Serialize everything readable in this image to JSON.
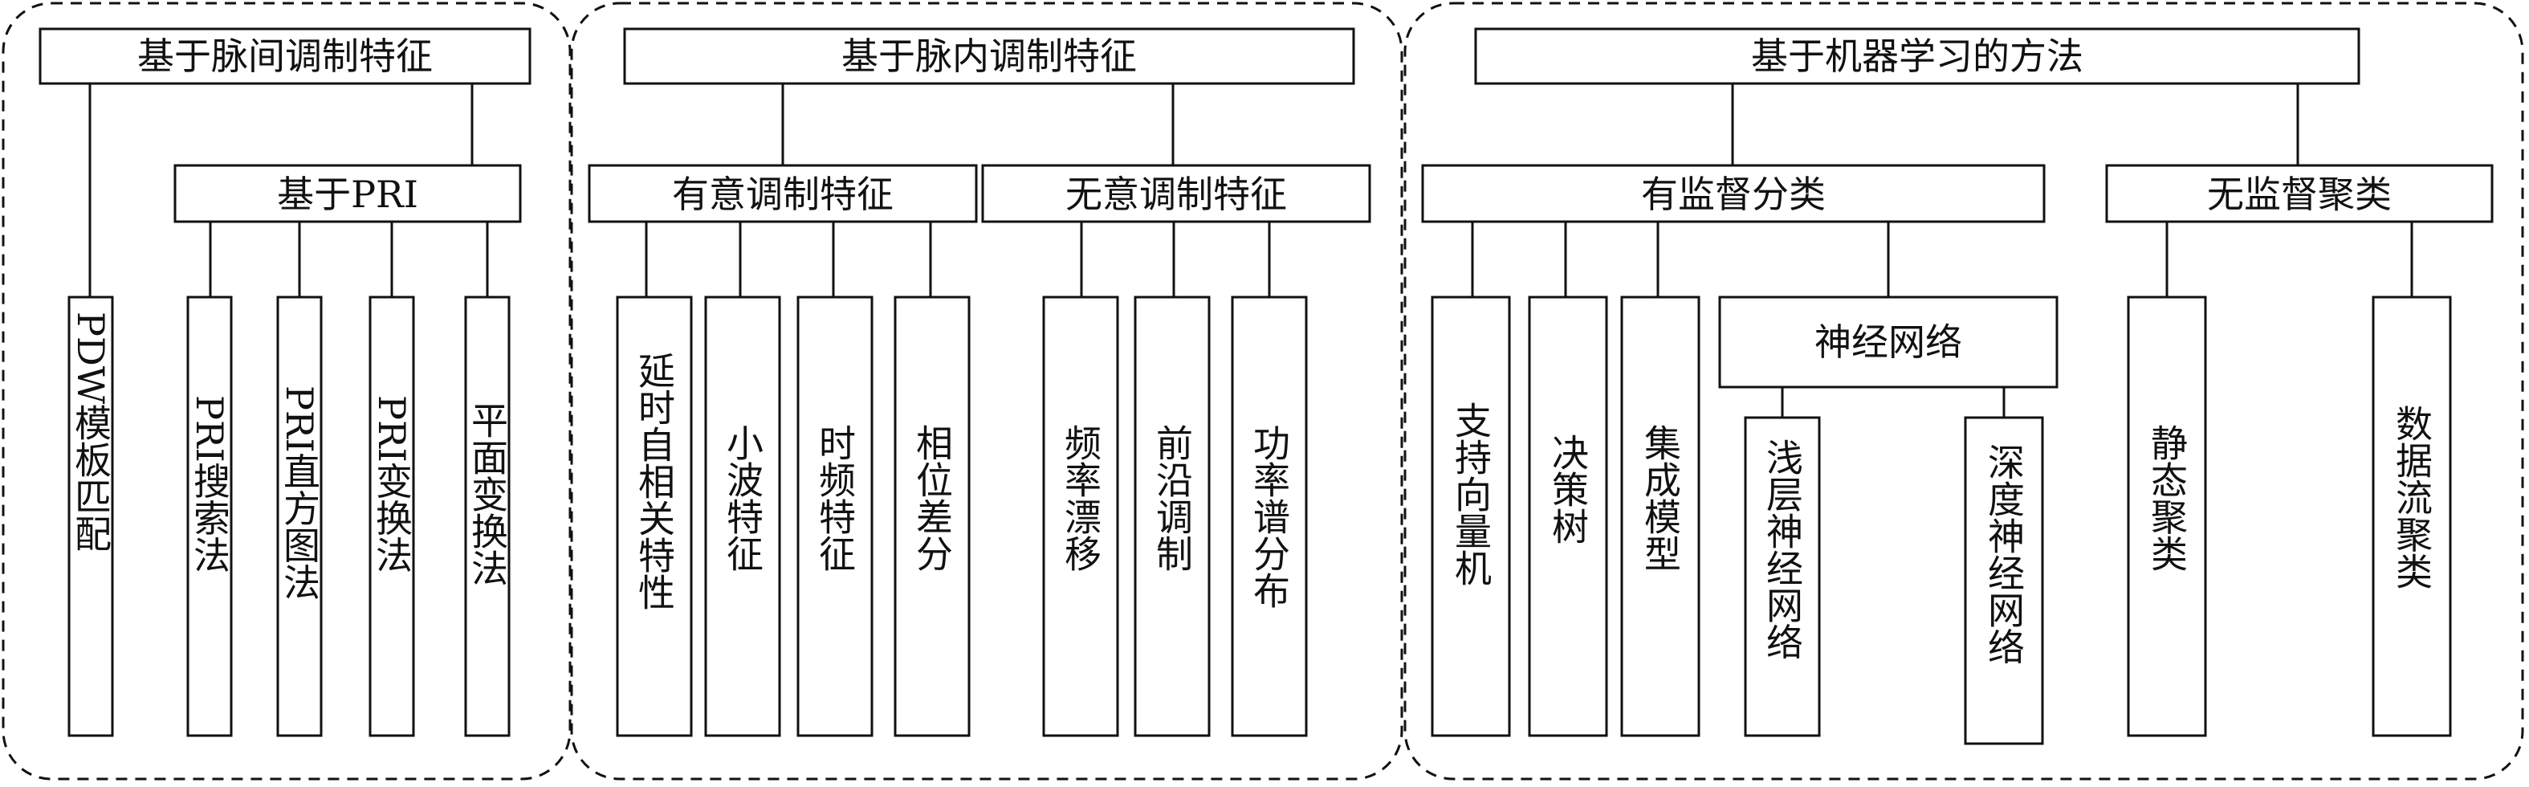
{
  "groups": {
    "inter_pulse": {
      "title": "基于脉间调制特征",
      "pdw": "PDW模板匹配",
      "pri": {
        "title": "基于PRI",
        "items": [
          "PRI搜索法",
          "PRI直方图法",
          "PRI变换法",
          "平面变换法"
        ]
      }
    },
    "intra_pulse": {
      "title": "基于脉内调制特征",
      "intentional": {
        "title": "有意调制特征",
        "items": [
          "延时自相关特性",
          "小波特征",
          "时频特征",
          "相位差分"
        ]
      },
      "unintentional": {
        "title": "无意调制特征",
        "items": [
          "频率漂移",
          "前沿调制",
          "功率谱分布"
        ]
      }
    },
    "machine_learning": {
      "title": "基于机器学习的方法",
      "supervised": {
        "title": "有监督分类",
        "items": [
          "支持向量机",
          "决策树",
          "集成模型"
        ],
        "neural": {
          "title": "神经网络",
          "items": [
            "浅层神经网络",
            "深度神经网络"
          ]
        }
      },
      "unsupervised": {
        "title": "无监督聚类",
        "items": [
          "静态聚类",
          "数据流聚类"
        ]
      }
    }
  }
}
